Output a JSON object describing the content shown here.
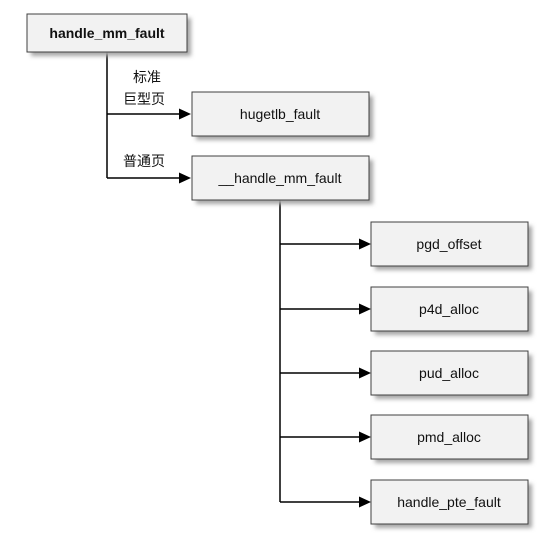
{
  "nodes": {
    "root": "handle_mm_fault",
    "hugetlb": "hugetlb_fault",
    "handle_mm": "__handle_mm_fault",
    "pgd": "pgd_offset",
    "p4d": "p4d_alloc",
    "pud": "pud_alloc",
    "pmd": "pmd_alloc",
    "pte": "handle_pte_fault"
  },
  "edge_labels": {
    "huge_line1": "标准",
    "huge_line2": "巨型页",
    "normal": "普通页"
  }
}
